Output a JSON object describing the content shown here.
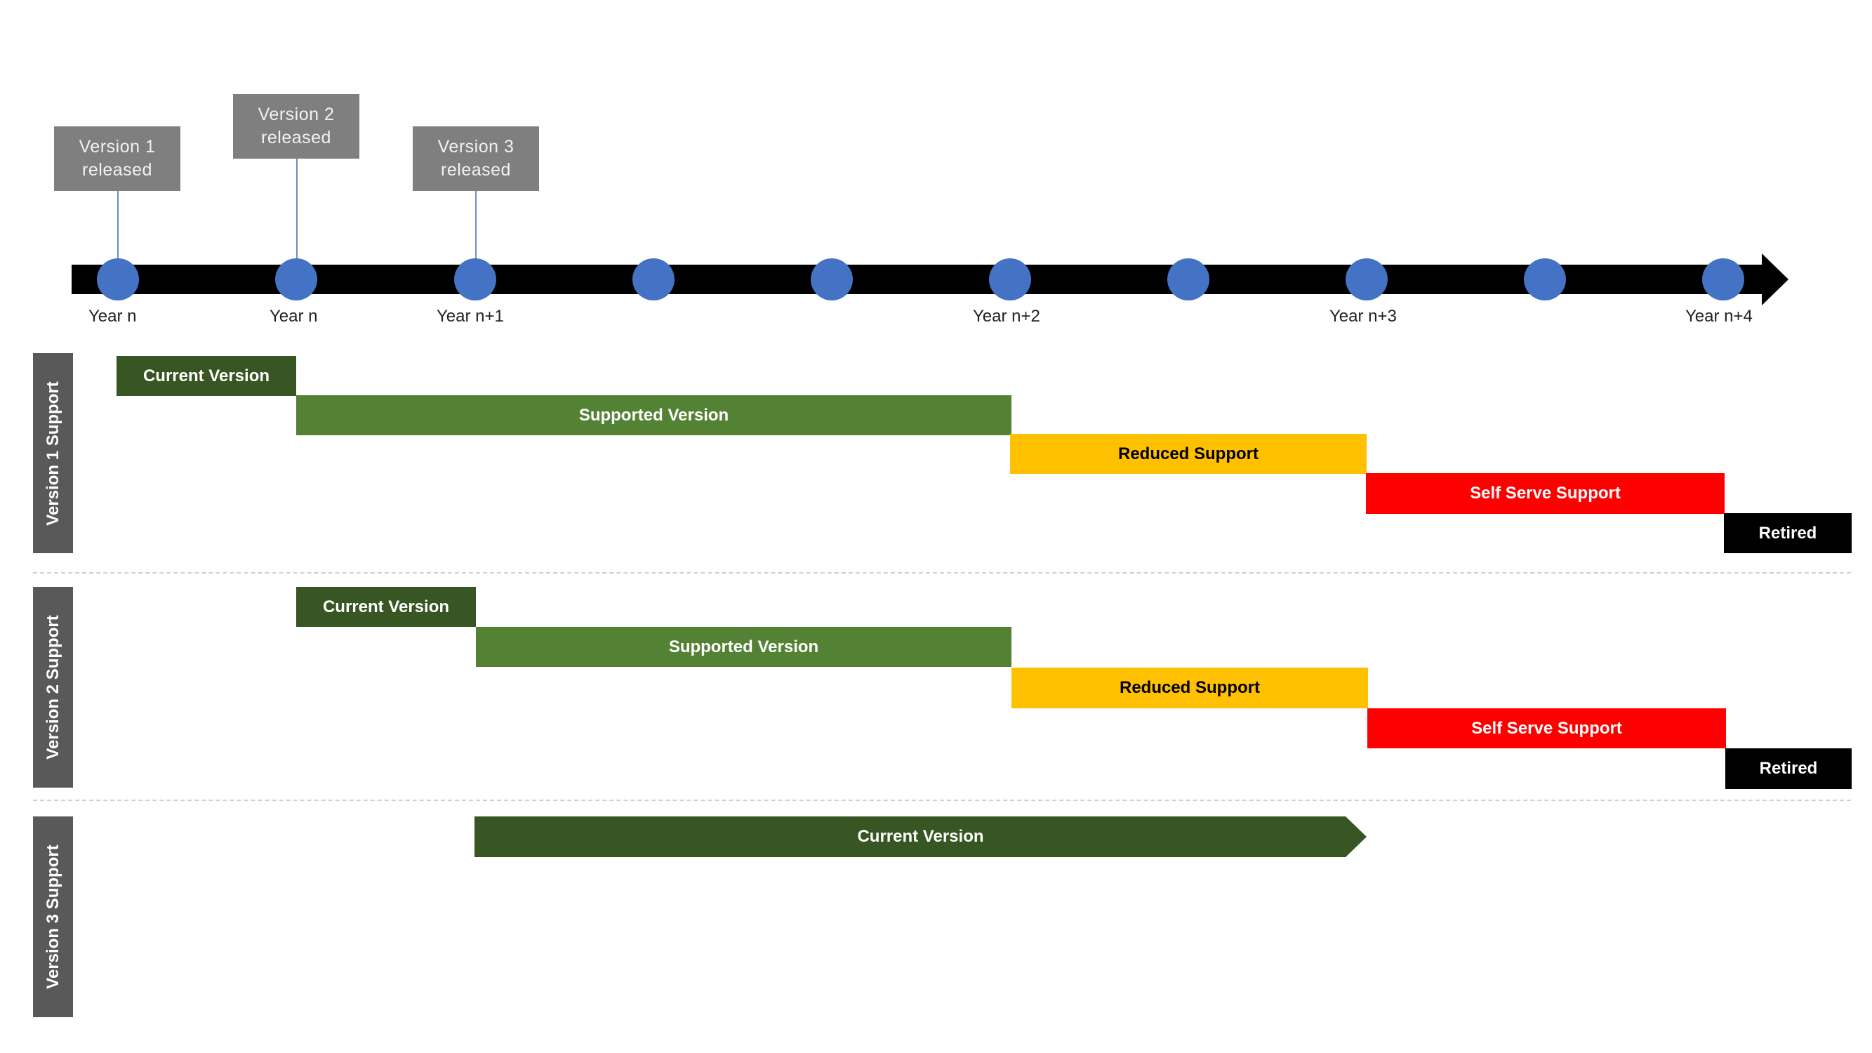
{
  "callouts": {
    "v1": "Version 1\nreleased",
    "v2": "Version 2\nreleased",
    "v3": "Version 3\nreleased"
  },
  "timeline": {
    "years": [
      "Year n",
      "Year n",
      "Year n+1",
      "Year n+2",
      "Year n+3",
      "Year n+4"
    ]
  },
  "tracks": [
    {
      "label": "Version 1 Support",
      "phases": [
        "Current Version",
        "Supported Version",
        "Reduced Support",
        "Self Serve Support",
        "Retired"
      ]
    },
    {
      "label": "Version 2 Support",
      "phases": [
        "Current Version",
        "Supported Version",
        "Reduced Support",
        "Self Serve Support",
        "Retired"
      ]
    },
    {
      "label": "Version 3 Support",
      "phases": [
        "Current Version"
      ]
    }
  ],
  "colors": {
    "axis": "#000000",
    "marker": "#4472c4",
    "callout": "#7f7f7f",
    "track_label": "#595959",
    "current_version": "#375623",
    "supported_version": "#548235",
    "reduced_support": "#ffc000",
    "self_serve_support": "#ff0000",
    "retired": "#000000"
  }
}
